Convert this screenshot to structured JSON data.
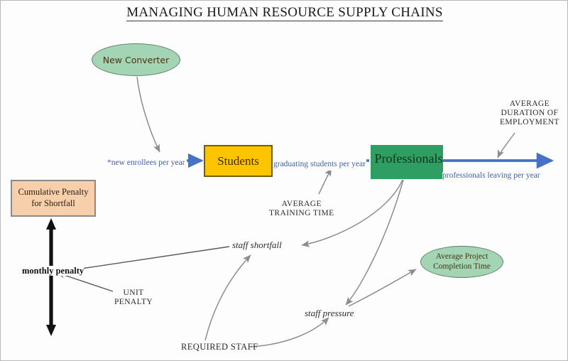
{
  "diagram": {
    "title": "MANAGING HUMAN RESOURCE SUPPLY CHAINS",
    "type": "stock-and-flow system dynamics diagram",
    "colors": {
      "stock_students_fill": "#fdc500",
      "stock_students_border": "#7a5c00",
      "stock_professionals_fill": "#2f9e63",
      "stock_penalty_fill": "#f7cfab",
      "stock_penalty_border": "#8a8a8a",
      "converter_fill": "#a3d5b4",
      "converter_border": "#5e7f68",
      "flow_pipe": "#4472c4",
      "flow_label_text": "#3f5fa8",
      "link_line": "#8d8d8d",
      "thick_arrow": "#111111",
      "canvas_background": "#fdfdfd",
      "canvas_border": "#b8b8b8"
    }
  },
  "stocks": [
    {
      "id": "students",
      "label": "Students"
    },
    {
      "id": "professionals",
      "label": "Professionals"
    },
    {
      "id": "cumulative_penalty",
      "label_line1": "Cumulative Penalty",
      "label_line2": "for Shortfall"
    }
  ],
  "converters": [
    {
      "id": "new_converter",
      "label": "New Converter"
    },
    {
      "id": "avg_project_completion",
      "label_line1": "Average Project",
      "label_line2": "Completion Time"
    }
  ],
  "flows": [
    {
      "id": "new_enrollees",
      "label": "*new enrollees per year",
      "into": "Students"
    },
    {
      "id": "graduating_students",
      "label": "graduating students per year",
      "from": "Students",
      "into": "Professionals"
    },
    {
      "id": "professionals_leaving",
      "label": "professionals leaving per year",
      "from": "Professionals"
    }
  ],
  "auxiliaries": [
    {
      "id": "avg_duration_employment",
      "line1": "AVERAGE",
      "line2": "DURATION OF",
      "line3": "EMPLOYMENT"
    },
    {
      "id": "avg_training_time",
      "line1": "AVERAGE",
      "line2": "TRAINING TIME"
    },
    {
      "id": "staff_shortfall",
      "label": "staff shortfall"
    },
    {
      "id": "staff_pressure",
      "label": "staff pressure"
    },
    {
      "id": "required_staff",
      "label": "REQUIRED STAFF"
    },
    {
      "id": "unit_penalty",
      "line1": "UNIT",
      "line2": "PENALTY"
    },
    {
      "id": "monthly_penalty",
      "label": "monthly penalty"
    }
  ]
}
